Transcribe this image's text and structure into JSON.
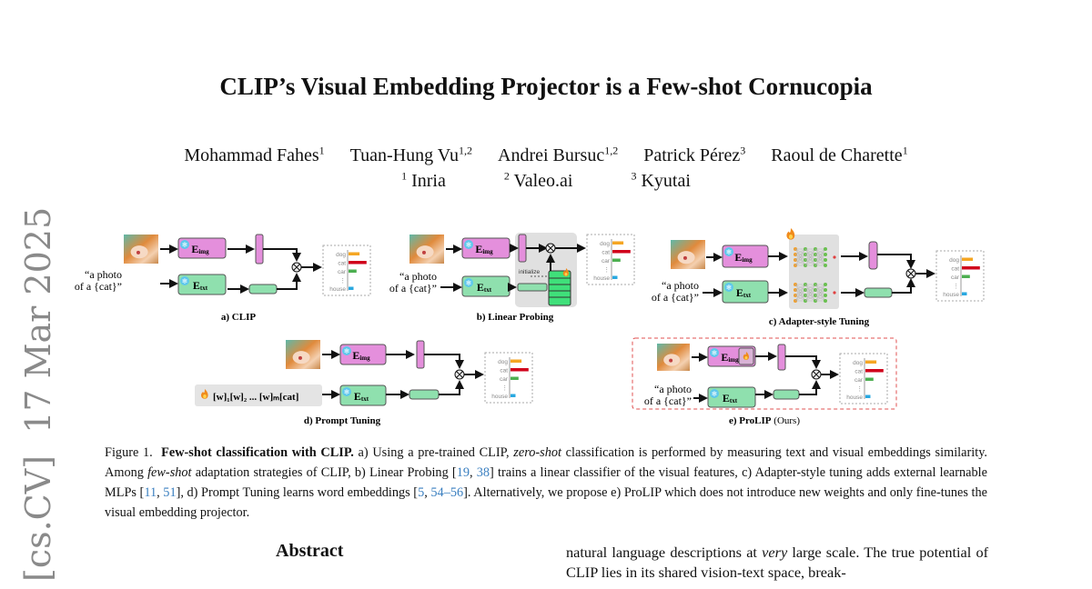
{
  "sidebar_stamp": "[cs.CV]  17 Mar 2025",
  "paper": {
    "title": "CLIP’s Visual Embedding Projector is a Few-shot Cornucopia",
    "authors": [
      {
        "name": "Mohammad Fahes",
        "affil": "1"
      },
      {
        "name": "Tuan-Hung Vu",
        "affil": "1,2"
      },
      {
        "name": "Andrei Bursuc",
        "affil": "1,2"
      },
      {
        "name": "Patrick Pérez",
        "affil": "3"
      },
      {
        "name": "Raoul de Charette",
        "affil": "1"
      }
    ],
    "affiliations": [
      {
        "num": "1",
        "name": "Inria"
      },
      {
        "num": "2",
        "name": "Valeo.ai"
      },
      {
        "num": "3",
        "name": "Kyutai"
      }
    ]
  },
  "figure": {
    "common": {
      "text_prompt_line1": "“a photo",
      "text_prompt_line2": "of a {cat}”",
      "img_encoder": "E",
      "img_encoder_sub": "img",
      "txt_encoder": "E",
      "txt_encoder_sub": "txt",
      "classes": [
        "dog",
        "cat",
        "car",
        "⋮",
        "house"
      ],
      "class_scores": [
        0.55,
        0.9,
        0.4,
        0,
        0.25
      ],
      "class_colors": [
        "#f5a623",
        "#d0021b",
        "#4caf50",
        "#999999",
        "#29a8e0"
      ]
    },
    "panels": {
      "a": {
        "caption": "a) CLIP"
      },
      "b": {
        "caption": "b) Linear Probing",
        "initialize_label": "initialize"
      },
      "c": {
        "caption": "c) Adapter-style Tuning"
      },
      "d": {
        "caption": "d) Prompt Tuning",
        "prompt_tokens": "[w]₁[w]₂ ... [w]ₘ[cat]"
      },
      "e": {
        "caption_bold": "e) ProLIP",
        "caption_rest": " (Ours)"
      }
    },
    "colors": {
      "img_encoder_fill": "#e48fdc",
      "txt_encoder_fill": "#8fe0ae",
      "linear_fill": "#3fe07a",
      "highlight_box": "#e0e0e0",
      "ours_border": "#e05050",
      "citation": "#3a7fc0"
    },
    "caption": {
      "label": "Figure 1.",
      "bold": "Few-shot classification with CLIP.",
      "t1": " a) Using a pre-trained CLIP, ",
      "i1": "zero-shot",
      "t2": " classification is performed by measuring text and visual embeddings similarity.  Among ",
      "i2": "few-shot",
      "t3": " adaptation strategies of CLIP, b) Linear Probing [",
      "c1": "19",
      "t4": ", ",
      "c2": "38",
      "t5": "] trains a linear classifier of the visual features, c) Adapter-style tuning adds external learnable MLPs [",
      "c3": "11",
      "t6": ", ",
      "c4": "51",
      "t7": "], d) Prompt Tuning learns word embeddings [",
      "c5": "5",
      "t8": ", ",
      "c6": "54–56",
      "t9": "]. Alternatively, we propose e) ProLIP which does not introduce new weights and only fine-tunes the visual embedding projector."
    }
  },
  "abstract": {
    "heading": "Abstract",
    "right_col_t1": "natural language descriptions at ",
    "right_col_i": "very",
    "right_col_t2": " large scale.  The true potential of CLIP lies in its shared vision-text space, break-"
  }
}
